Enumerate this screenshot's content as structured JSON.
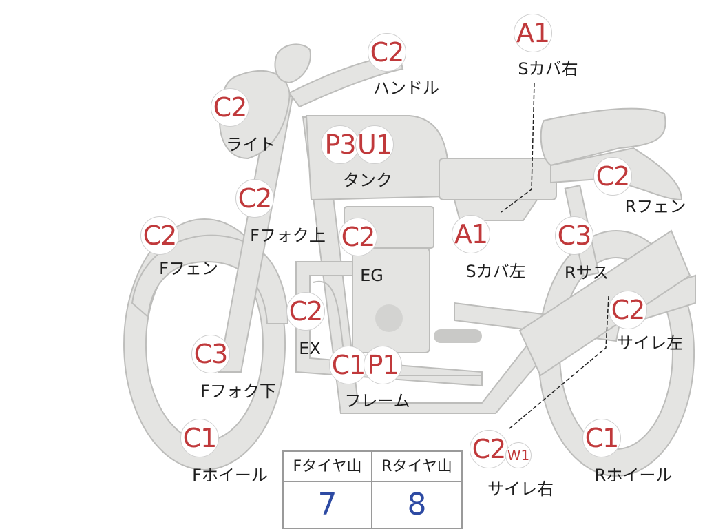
{
  "colors": {
    "badge_text": "#c0393b",
    "label_text": "#1e1e1e",
    "value_text": "#2d4aa3",
    "bike_fill": "#e4e4e2",
    "bike_stroke": "#bdbdbb"
  },
  "badges": {
    "a1_top": "A1",
    "handle": "C2",
    "light": "C2",
    "tank_p": "P3",
    "tank_u": "U1",
    "rfender": "C2",
    "ffork_upper": "C2",
    "ffender": "C2",
    "engine": "C2",
    "a1_left": "A1",
    "rsus": "C3",
    "exhaust": "C2",
    "muffler_left": "C2",
    "ffork_lower": "C3",
    "frame_c": "C1",
    "frame_p": "P1",
    "fwheel": "C1",
    "muffler_right_c": "C2",
    "muffler_right_w": "W1",
    "rwheel": "C1"
  },
  "labels": {
    "scover_right": "Sカバ右",
    "handle": "ハンドル",
    "light": "ライト",
    "tank": "タンク",
    "rfender": "Rフェン",
    "ffork_upper": "Fフォク上",
    "ffender": "Fフェン",
    "engine": "EG",
    "scover_left": "Sカバ左",
    "rsus": "Rサス",
    "exhaust": "EX",
    "muffler_left": "サイレ左",
    "ffork_lower": "Fフォク下",
    "frame": "フレーム",
    "fwheel": "Fホイール",
    "muffler_right": "サイレ右",
    "rwheel": "Rホイール"
  },
  "tire_table": {
    "front_header": "Fタイヤ山",
    "rear_header": "Rタイヤ山",
    "front_value": "7",
    "rear_value": "8"
  }
}
